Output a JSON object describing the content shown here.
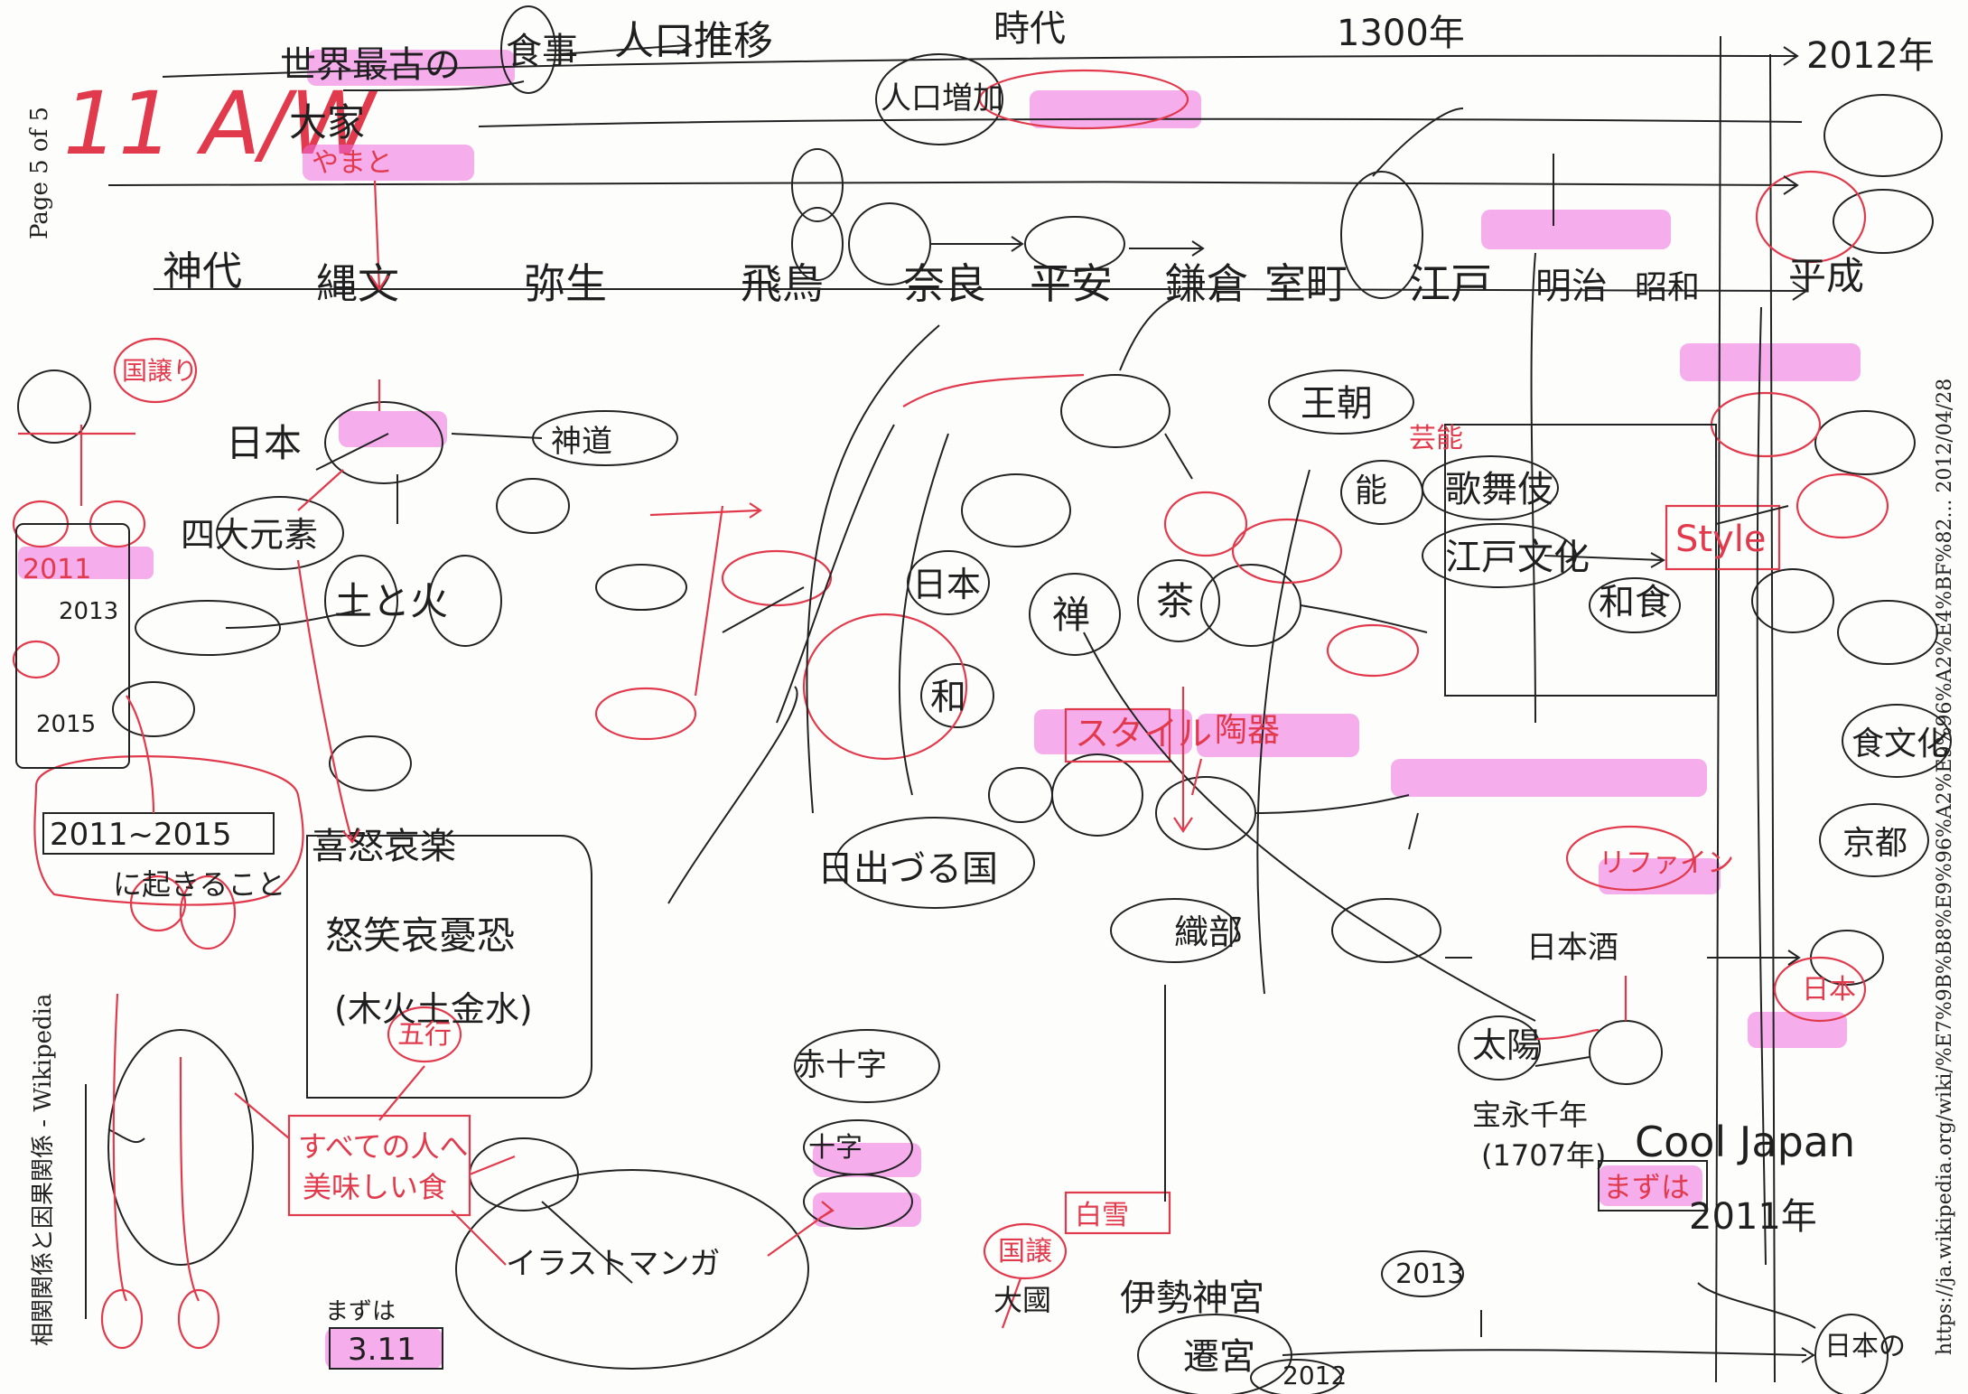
{
  "margin": {
    "page_label": "Page 5 of 5",
    "source_title": "相関関係と因果関係 - Wikipedia",
    "url_and_date": "https://ja.wikipedia.org/wiki/%E7%9B%B8%E9%96%A2%E9%96%A2%E4%BF%82... 2012/04/28"
  },
  "sketch": {
    "corner_label": "11 A/W",
    "top_row": [
      "世界最古の",
      "大家",
      "食事",
      "人口推移",
      "人口増加",
      "時代",
      "1300年",
      "2012年"
    ],
    "era_row": [
      "縄文",
      "弥生",
      "飛鳥",
      "奈良",
      "平安",
      "鎌倉",
      "室町",
      "江戸",
      "明治",
      "昭和",
      "平成"
    ],
    "left_column": [
      "やまと",
      "神代",
      "日本",
      "国譲り",
      "2011",
      "2013",
      "2015",
      "2011~2015",
      "に起きること",
      "まずは",
      "3.11"
    ],
    "center_nodes": [
      "神道",
      "四大元素",
      "土と火",
      "喜怒哀楽",
      "怒笑哀憂恐",
      "(木火土金水)",
      "五行",
      "すべての人へ",
      "美味しい食",
      "イラストマンガ",
      "日出づる国",
      "日本",
      "禅",
      "茶",
      "和",
      "スタイル",
      "陶器",
      "織部",
      "白雪",
      "十字",
      "赤十字",
      "国譲",
      "伊勢神宮",
      "遷宮",
      "大國",
      "2012",
      "2013"
    ],
    "right_nodes": [
      "王朝",
      "芸能",
      "能",
      "歌舞伎",
      "江戸文化",
      "Style",
      "和食",
      "日本",
      "京都",
      "リファイン",
      "日本酒",
      "太陽",
      "まずは",
      "Cool Japan",
      "2011年",
      "日本の",
      "宝永千年",
      "(1707年)",
      "食文化"
    ]
  },
  "colors": {
    "ink": "#1f1f1f",
    "red_ink": "#e23a4d",
    "highlighter": "#ee6be0",
    "paper": "#fdfdfb"
  }
}
